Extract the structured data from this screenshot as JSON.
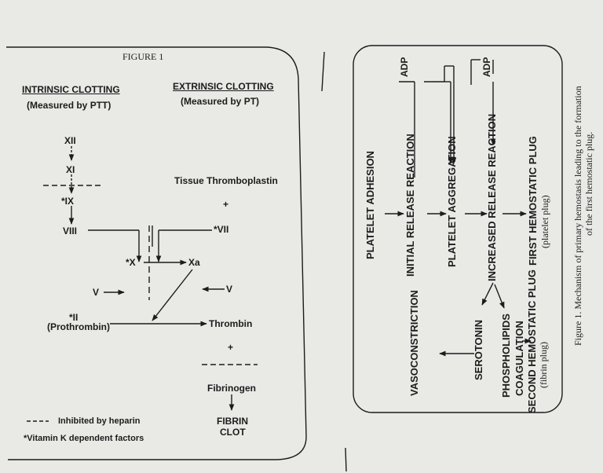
{
  "left_figure": {
    "title": "FIGURE 1",
    "intrinsic": {
      "heading": "INTRINSIC CLOTTING",
      "sub": "(Measured by PTT)"
    },
    "extrinsic": {
      "heading": "EXTRINSIC CLOTTING",
      "sub": "(Measured by PT)"
    },
    "nodes": {
      "xii": "XII",
      "xi": "XI",
      "ix": "*IX",
      "viii": "VIII",
      "tissue": "Tissue Thromboplastin",
      "plus1": "+",
      "vii": "*VII",
      "x": "*X",
      "xa": "Xa",
      "v_left": "V",
      "v_right": "V",
      "ii": "*II",
      "prothrombin": "(Prothrombin)",
      "thrombin": "Thrombin",
      "plus2": "+",
      "fibrinogen": "Fibrinogen",
      "fibrin": "FIBRIN",
      "clot": "CLOT"
    },
    "legend": {
      "heparin": "Inhibited by heparin",
      "vitamin_k": "*Vitamin K dependent factors"
    }
  },
  "right_figure": {
    "nodes": {
      "adp_left": "ADP",
      "adp_right": "ADP",
      "platelet_adhesion": "PLATELET ADHESION",
      "initial_release": "INITIAL RELEASE REACTION",
      "platelet_aggregation": "PLATELET AGGREGATION",
      "increased_release": "INCREASED RELEASE REACTION",
      "first_plug": "FIRST HEMOSTATIC PLUG",
      "first_plug_sub": "(platelet plug)",
      "vasoconstriction": "VASOCONSTRICTION",
      "serotonin": "SEROTONIN",
      "phospholipids": "PHOSPHOLIPIDS",
      "coagulation": "COAGULATION",
      "second_plug": "SECOND HEMOSTATIC PLUG",
      "second_plug_sub": "(fibrin plug)"
    },
    "caption_1": "Figure   1.   Mechanism of primary hemostasis leading to the formation",
    "caption_2": "of the first hemostatic plug."
  },
  "colors": {
    "paper": "#e9e9e6",
    "ink": "#1c1c1c"
  }
}
